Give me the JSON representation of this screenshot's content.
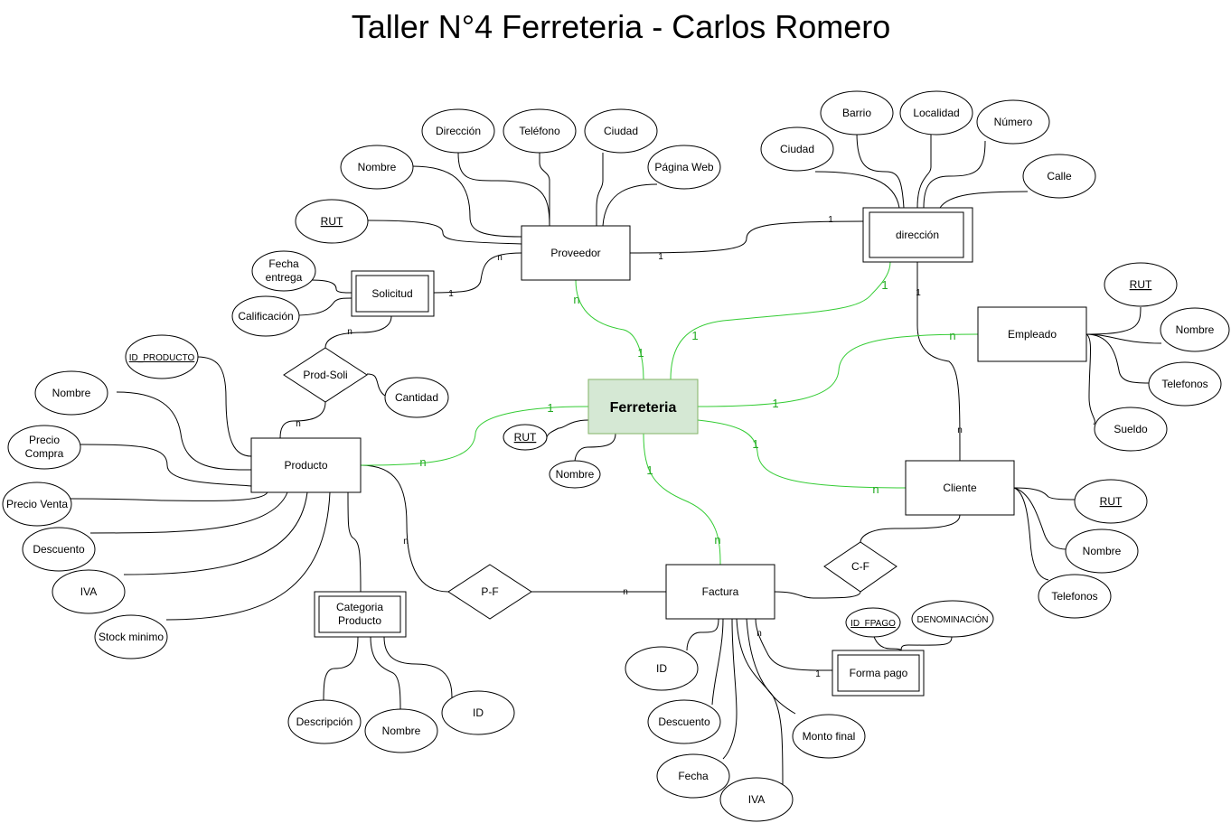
{
  "title": "Taller N°4 Ferreteria - Carlos Romero",
  "center": {
    "label": "Ferreteria",
    "fill": "#d5e8d4",
    "stroke": "#82b366"
  },
  "colors": {
    "line": "#000000",
    "green": "#33cc33"
  },
  "entities": {
    "proveedor": "Proveedor",
    "direccion": "dirección",
    "solicitud": "Solicitud",
    "empleado": "Empleado",
    "producto": "Producto",
    "cliente": "Cliente",
    "factura": "Factura",
    "categoria_l1": "Categoria",
    "categoria_l2": "Producto",
    "forma_pago": "Forma pago"
  },
  "relations": {
    "prod_soli": "Prod-Soli",
    "pf": "P-F",
    "cf": "C-F"
  },
  "attributes": {
    "prov_direccion": "Dirección",
    "prov_telefono": "Teléfono",
    "prov_ciudad": "Ciudad",
    "prov_nombre": "Nombre",
    "prov_web": "Página Web",
    "prov_rut": "RUT",
    "dir_barrio": "Barrio",
    "dir_localidad": "Localidad",
    "dir_numero": "Número",
    "dir_ciudad": "Ciudad",
    "dir_calle": "Calle",
    "sol_fecha_l1": "Fecha",
    "sol_fecha_l2": "entrega",
    "sol_calificacion": "Calificación",
    "ps_cantidad": "Cantidad",
    "prod_id": "ID_PRODUCTO",
    "prod_nombre": "Nombre",
    "prod_compra_l1": "Precio",
    "prod_compra_l2": "Compra",
    "prod_venta": "Precio Venta",
    "prod_descuento": "Descuento",
    "prod_iva": "IVA",
    "prod_stock": "Stock minimo",
    "ferr_rut": "RUT",
    "ferr_nombre": "Nombre",
    "emp_rut": "RUT",
    "emp_nombre": "Nombre",
    "emp_telefonos": "Telefonos",
    "emp_sueldo": "Sueldo",
    "cli_rut": "RUT",
    "cli_nombre": "Nombre",
    "cli_telefonos": "Telefonos",
    "cat_descripcion": "Descripción",
    "cat_nombre": "Nombre",
    "cat_id": "ID",
    "fac_id": "ID",
    "fac_descuento": "Descuento",
    "fac_fecha": "Fecha",
    "fac_iva": "IVA",
    "fac_monto": "Monto final",
    "fp_id": "ID_FPAGO",
    "fp_denominacion": "DENOMINACIÓN"
  },
  "cardinalities": {
    "one": "1",
    "n": "n"
  }
}
